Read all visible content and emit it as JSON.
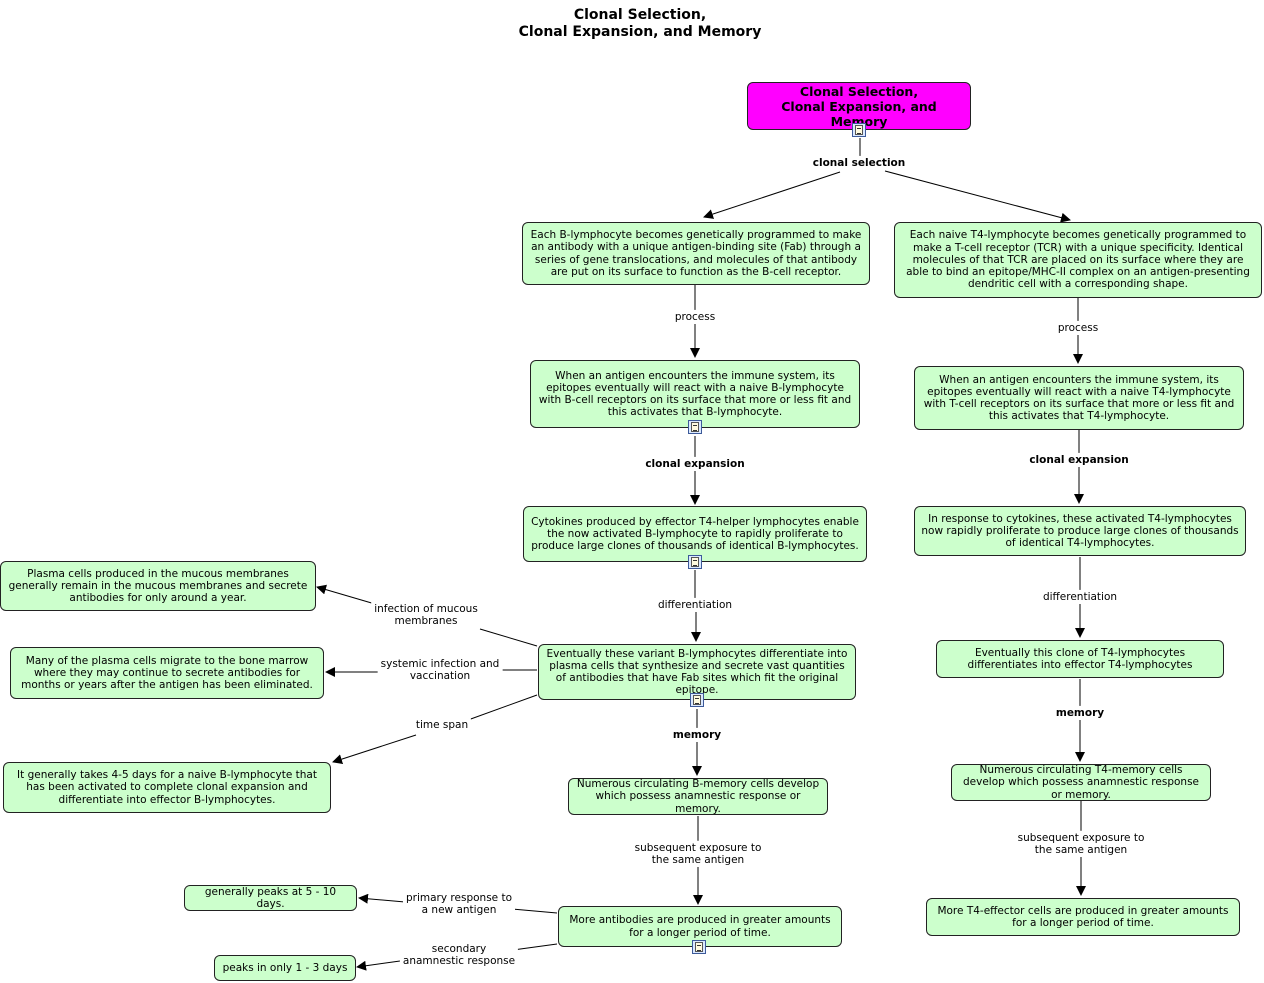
{
  "title": {
    "line1": "Clonal Selection,",
    "line2": "Clonal Expansion, and Memory"
  },
  "root": {
    "line1": "Clonal Selection,",
    "line2": "Clonal Expansion, and Memory"
  },
  "b_cell": {
    "programmed": "Each B-lymphocyte becomes genetically programmed to make an antibody with a unique antigen-binding site (Fab) through a series of gene translocations, and molecules of that antibody are put on its surface to function as the B-cell receptor.",
    "activation": "When an antigen encounters the immune system, its epitopes eventually will react with a naive B-lymphocyte with B-cell receptors on its surface that more or less fit and this activates that B-lymphocyte.",
    "expansion": "Cytokines produced by effector T4-helper lymphocytes enable the now activated B-lymphocyte to rapidly proliferate to produce large clones of thousands of identical B-lymphocytes.",
    "plasma": "Eventually these variant B-lymphocytes differentiate into plasma cells that synthesize and secrete vast quantities of antibodies that have Fab sites which fit the original epitope.",
    "memory": "Numerous circulating B-memory cells develop which possess anamnestic response or memory.",
    "more_antibodies": "More antibodies are produced in greater amounts for a longer period of time.",
    "mucous": "Plasma cells produced in the mucous membranes generally remain in the mucous membranes and secrete antibodies for only around a year.",
    "marrow": "Many of the plasma cells migrate to the bone marrow where they may continue to secrete antibodies for months or years after the antigen has been eliminated.",
    "days": "It generally takes 4-5 days for a naive B-lymphocyte that has been activated to complete clonal expansion and differentiate into effector B-lymphocytes.",
    "peaks_primary": "generally peaks at 5 - 10 days.",
    "peaks_secondary": "peaks in only 1 - 3 days"
  },
  "t_cell": {
    "programmed": "Each naive T4-lymphocyte becomes genetically programmed to make a T-cell receptor (TCR) with a unique specificity. Identical molecules of that TCR are placed on its surface where they are able to bind an epitope/MHC-II complex on an antigen-presenting dendritic cell with a corresponding shape.",
    "activation": "When an antigen encounters the immune system, its epitopes eventually will react with a naive T4-lymphocyte with T-cell receptors on its surface that more or less fit and this activates that T4-lymphocyte.",
    "expansion": "In response to cytokines, these activated T4-lymphocytes now rapidly proliferate to produce large clones of thousands of identical T4-lymphocytes.",
    "effector": "Eventually this clone of T4-lymphocytes differentiates into effector T4-lymphocytes",
    "memory": "Numerous circulating T4-memory cells develop which possess anamnestic response or memory.",
    "more_effector": "More T4-effector cells are produced in greater amounts for a longer period of time."
  },
  "links": {
    "clonal_selection": "clonal selection",
    "process_b": "process",
    "process_t": "process",
    "clonal_expansion_b": "clonal expansion",
    "clonal_expansion_t": "clonal expansion",
    "differentiation_b": "differentiation",
    "differentiation_t": "differentiation",
    "memory_b": "memory",
    "memory_t": "memory",
    "exposure_b": [
      "subsequent exposure to",
      "the same antigen"
    ],
    "exposure_t": [
      "subsequent exposure to",
      "the same antigen"
    ],
    "infection_mucous": [
      "infection of mucous",
      "membranes"
    ],
    "systemic": [
      "systemic infection and",
      "vaccination"
    ],
    "time_span": "time span",
    "primary": [
      "primary response to",
      "a new antigen"
    ],
    "secondary": [
      "secondary",
      "anamnestic response"
    ]
  },
  "icons": [
    "document-icon"
  ]
}
